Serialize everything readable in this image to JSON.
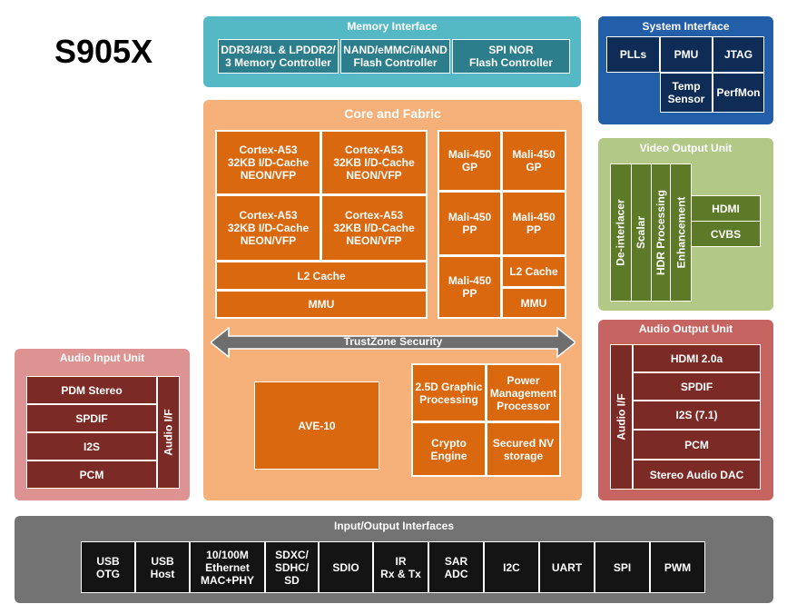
{
  "title": "S905X",
  "memory": {
    "title": "Memory Interface",
    "items": [
      "DDR3/4/3L & LPDDR2/\n3 Memory Controller",
      "NAND/eMMC/iNAND\nFlash Controller",
      "SPI NOR\nFlash Controller"
    ]
  },
  "system": {
    "title": "System Interface",
    "pll": "PLLs",
    "pmu": "PMU",
    "jtag": "JTAG",
    "temp": "Temp\nSensor",
    "perfmon": "PerfMon"
  },
  "core": {
    "title": "Core and Fabric",
    "cpu": [
      "Cortex-A53\n32KB I/D-Cache\nNEON/VFP",
      "Cortex-A53\n32KB I/D-Cache\nNEON/VFP",
      "Cortex-A53\n32KB I/D-Cache\nNEON/VFP",
      "Cortex-A53\n32KB I/D-Cache\nNEON/VFP"
    ],
    "l2": "L2 Cache",
    "mmu": "MMU",
    "gpu": [
      "Mali-450\nGP",
      "Mali-450\nGP",
      "Mali-450\nPP",
      "Mali-450\nPP",
      "Mali-450\nPP"
    ],
    "gpu_l2": "L2 Cache",
    "gpu_mmu": "MMU",
    "trustzone": "TrustZone Security",
    "ave": "AVE-10",
    "graphic": "2.5D Graphic\nProcessing",
    "power": "Power\nManagement\nProcessor",
    "crypto": "Crypto\nEngine",
    "nv": "Secured NV\nstorage"
  },
  "video": {
    "title": "Video Output Unit",
    "vertical": [
      "De-interlacer",
      "Scalar",
      "HDR Processing",
      "Enhancement"
    ],
    "hdmi": "HDMI",
    "cvbs": "CVBS"
  },
  "audio_in": {
    "title": "Audio Input Unit",
    "items": [
      "PDM Stereo",
      "SPDIF",
      "I2S",
      "PCM"
    ],
    "side": "Audio I/F"
  },
  "audio_out": {
    "title": "Audio Output Unit",
    "side": "Audio I/F",
    "items": [
      "HDMI 2.0a",
      "SPDIF",
      "I2S (7.1)",
      "PCM",
      "Stereo Audio DAC"
    ]
  },
  "io": {
    "title": "Input/Output Interfaces",
    "items": [
      "USB\nOTG",
      "USB\nHost",
      "10/100M\nEthernet\nMAC+PHY",
      "SDXC/\nSDHC/\nSD",
      "SDIO",
      "IR\nRx & Tx",
      "SAR\nADC",
      "I2C",
      "UART",
      "SPI",
      "PWM"
    ]
  },
  "colors": {
    "memory_panel": "#55b9c5",
    "system_panel": "#235ea9",
    "core_panel": "#f6b07a",
    "video_panel": "#b2c886",
    "audio_in_panel": "#dd9391",
    "audio_out_panel": "#c66461",
    "io_panel": "#737373",
    "trustzone_arrow": "#6e6e6e"
  }
}
